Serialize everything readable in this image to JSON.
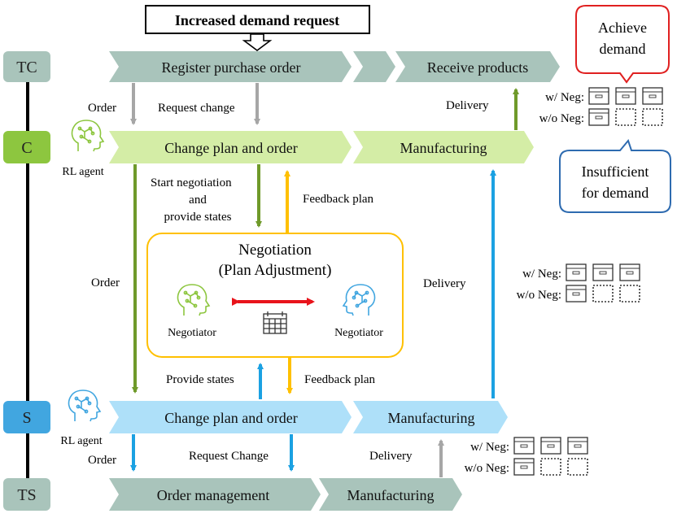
{
  "title": "Increased demand request",
  "callouts": {
    "achieve": [
      "Achieve",
      "demand"
    ],
    "insufficient": [
      "Insufficient",
      "for demand"
    ]
  },
  "rows": {
    "tc": {
      "label": "TC",
      "chevrons": [
        "Register purchase order",
        "Receive products"
      ]
    },
    "c": {
      "label": "C",
      "agent": "RL agent",
      "chevrons": [
        "Change plan and order",
        "Manufacturing"
      ]
    },
    "s": {
      "label": "S",
      "agent": "RL agent",
      "chevrons": [
        "Change plan and order",
        "Manufacturing"
      ]
    },
    "ts": {
      "label": "TS",
      "chevrons": [
        "Order management",
        "Manufacturing"
      ]
    }
  },
  "edge_labels": {
    "order_tc_c": "Order",
    "request_change_tc_c": "Request change",
    "delivery_c_tc": "Delivery",
    "start_negotiation": [
      "Start negotiation",
      "and",
      "provide states"
    ],
    "feedback_plan_top": "Feedback plan",
    "order_c_s": "Order",
    "delivery_s_c": "Delivery",
    "provide_states": "Provide states",
    "feedback_plan_bottom": "Feedback plan",
    "order_s_ts": "Order",
    "request_change_s_ts": "Request Change",
    "delivery_ts_s": "Delivery"
  },
  "negotiation": {
    "title": [
      "Negotiation",
      "(Plan Adjustment)"
    ],
    "left": "Negotiator",
    "right": "Negotiator"
  },
  "inventory_legend": {
    "with_neg": "w/ Neg:",
    "without_neg": "w/o Neg:"
  },
  "colors": {
    "tc": "#a9c4bb",
    "c_fill": "#d4eda6",
    "c_box": "#8dc63f",
    "s_fill": "#aee0f9",
    "s_box": "#41a6e0",
    "ts": "#a9c4bb",
    "arrow_grey": "#a6a6a6",
    "arrow_green": "#6f9a2a",
    "arrow_yellow": "#ffc000",
    "arrow_blue": "#1ba1e2",
    "arrow_red": "#e8141b",
    "callout_red": "#e02020",
    "callout_blue": "#2e6bb0"
  }
}
